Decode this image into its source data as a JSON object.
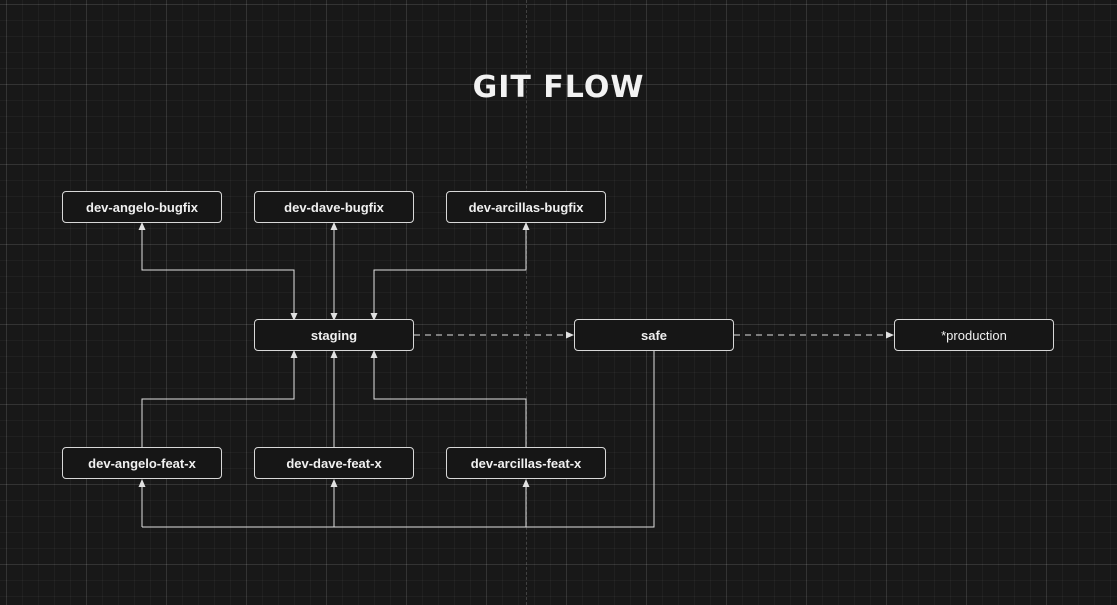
{
  "title": "GIT FLOW",
  "nodes": {
    "dev_angelo_bugfix": "dev-angelo-bugfix",
    "dev_dave_bugfix": "dev-dave-bugfix",
    "dev_arcillas_bugfix": "dev-arcillas-bugfix",
    "staging": "staging",
    "safe": "safe",
    "production": "*production",
    "dev_angelo_feat_x": "dev-angelo-feat-x",
    "dev_dave_feat_x": "dev-dave-feat-x",
    "dev_arcillas_feat_x": "dev-arcillas-feat-x"
  },
  "colors": {
    "background": "#181818",
    "node_border": "#d8d8d8",
    "edge": "#e0e0e0",
    "text": "#f0f0f0"
  }
}
